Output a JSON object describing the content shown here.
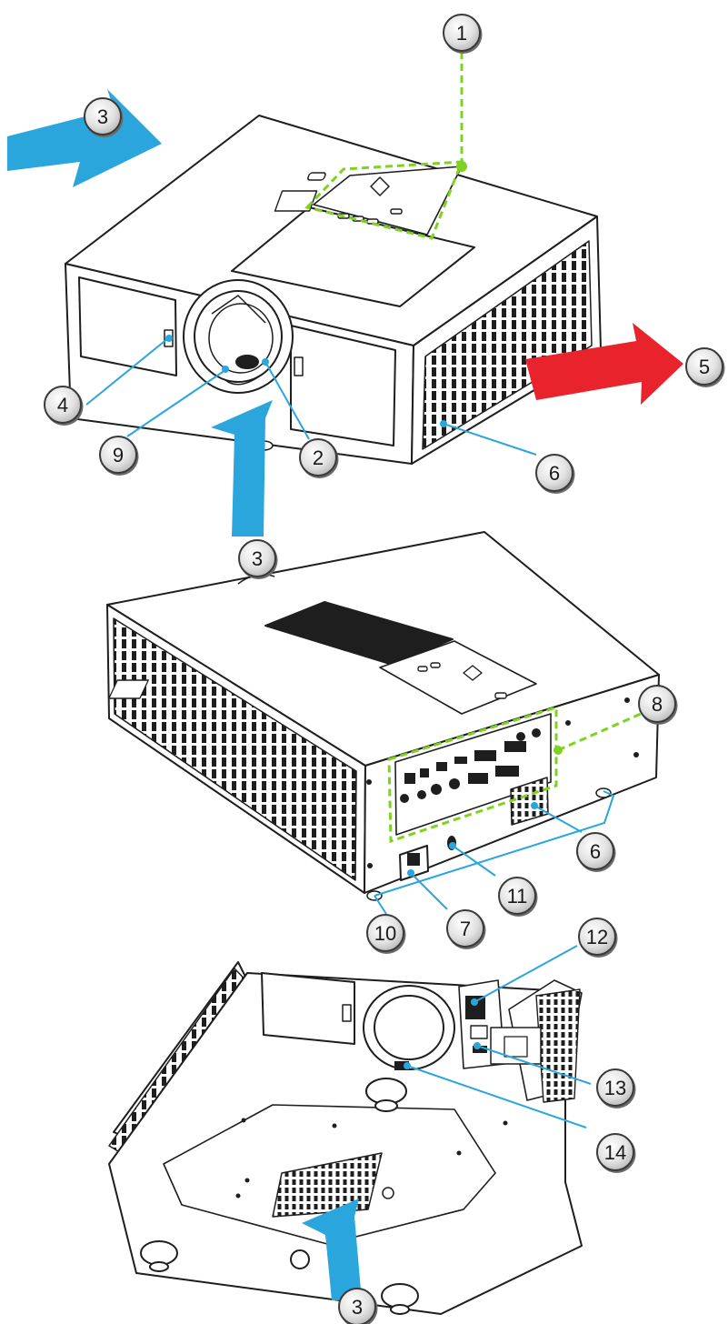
{
  "callouts": [
    {
      "id": "c1a",
      "label": "1"
    },
    {
      "id": "c2a",
      "label": "2"
    },
    {
      "id": "c3a",
      "label": "3"
    },
    {
      "id": "c3b",
      "label": "3"
    },
    {
      "id": "c3c",
      "label": "3"
    },
    {
      "id": "c4a",
      "label": "4"
    },
    {
      "id": "c5a",
      "label": "5"
    },
    {
      "id": "c6a",
      "label": "6"
    },
    {
      "id": "c6b",
      "label": "6"
    },
    {
      "id": "c7a",
      "label": "7"
    },
    {
      "id": "c8a",
      "label": "8"
    },
    {
      "id": "c9a",
      "label": "9"
    },
    {
      "id": "c10a",
      "label": "10"
    },
    {
      "id": "c11a",
      "label": "11"
    },
    {
      "id": "c12a",
      "label": "12"
    },
    {
      "id": "c13a",
      "label": "13"
    },
    {
      "id": "c14a",
      "label": "14"
    }
  ],
  "colors": {
    "intake_arrow": "#2aa6dd",
    "exhaust_arrow": "#e8232b",
    "leader_line": "#2aa6dd",
    "highlight_dash": "#7ed321",
    "body_outline": "#1e1e1e",
    "callout_fill": "#d9d9d9"
  }
}
